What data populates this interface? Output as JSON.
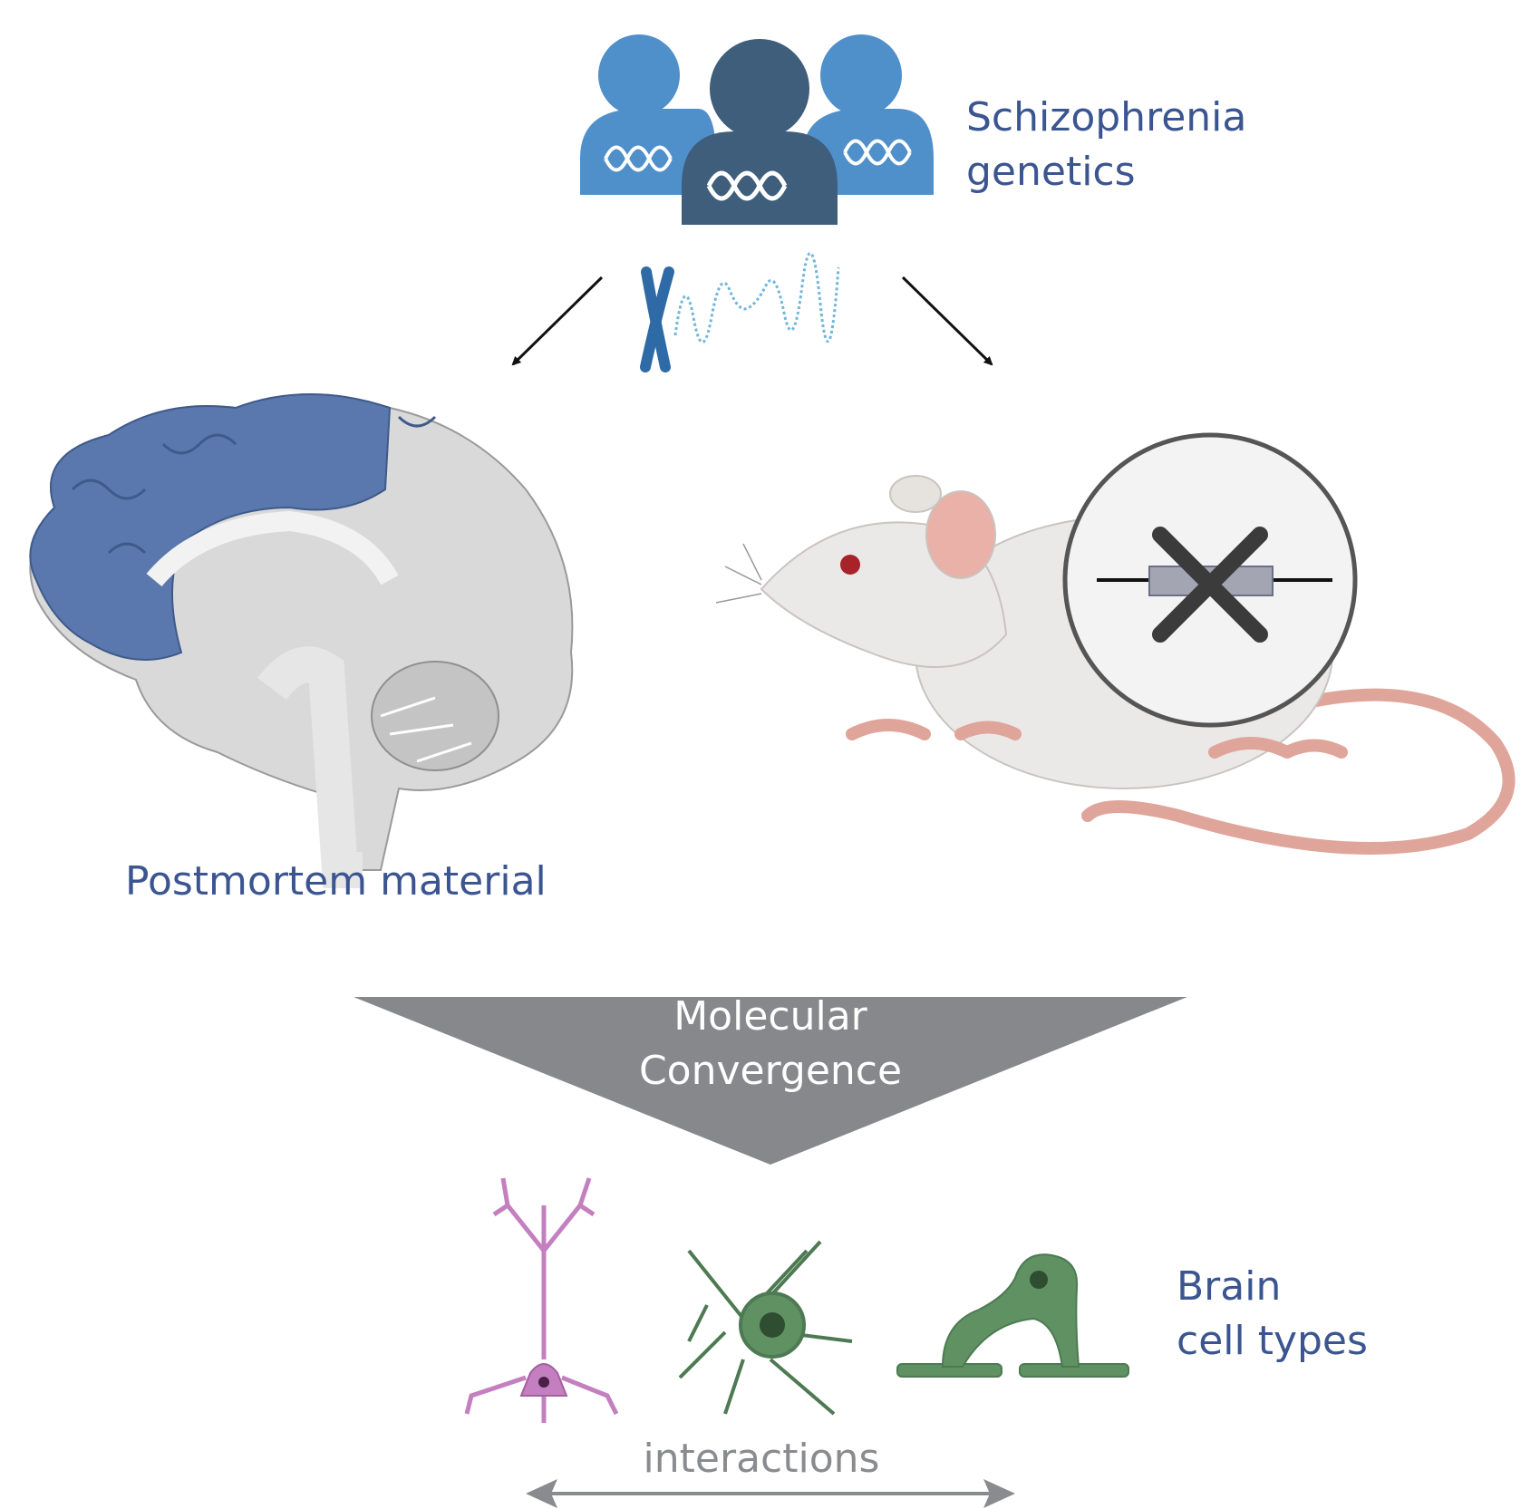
{
  "labels": {
    "genetics": [
      "Schizophrenia",
      "genetics"
    ],
    "postmortem": "Postmortem material",
    "convergence": [
      "Molecular",
      "Convergence"
    ],
    "cell_types": [
      "Brain",
      "cell types"
    ],
    "interactions": "interactions"
  },
  "colors": {
    "text_blue": "#3b5591",
    "people_light": "#4f8fca",
    "people_dark": "#3e5e7b",
    "brain_highlight": "#5a78ad",
    "brain_gray": "#d9d9d9",
    "funnel_gray": "#87888c",
    "neuron_pink": "#c47fc0",
    "glia_green": "#5f9163"
  },
  "icons": [
    "people-dna-icon",
    "chromosome-icon",
    "brain-icon",
    "mouse-icon",
    "gene-knockout-icon",
    "pyramidal-neuron-icon",
    "astrocyte-icon",
    "oligodendrocyte-icon"
  ]
}
